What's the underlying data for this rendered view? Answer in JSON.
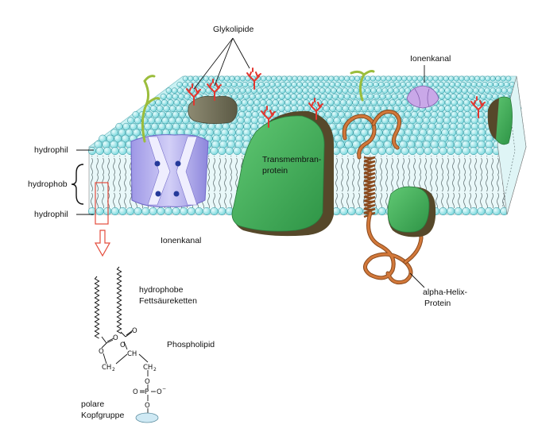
{
  "labels": {
    "glykolipide": "Glykolipide",
    "ionenkanal_top": "Ionenkanal",
    "hydrophil_top": "hydrophil",
    "hydrophob": "hydrophob",
    "hydrophil_bottom": "hydrophil",
    "transmembran_1": "Transmembran-",
    "transmembran_2": "protein",
    "ionenkanal_bottom": "Ionenkanal",
    "alpha_helix_1": "alpha-Helix-",
    "alpha_helix_2": "Protein",
    "hydrophobe_1": "hydrophobe",
    "hydrophobe_2": "Fettsäureketten",
    "phospholipid": "Phospholipid",
    "polare_1": "polare",
    "polare_2": "Kopfgruppe"
  },
  "chemistry": {
    "o": "O",
    "ch": "CH",
    "ch2": "CH",
    "sub2": "2",
    "p": "P",
    "o_minus": "O",
    "minus": "−"
  },
  "colors": {
    "head_fill": "#8fe3e6",
    "head_stroke": "#2c8f99",
    "membrane_side": "#e6f8f9",
    "tail": "#555555",
    "ion_channel": "#b9b4f0",
    "ion_channel_dark": "#8a83d8",
    "transmembrane": "#3fb05a",
    "transmembrane_dark": "#574a2c",
    "helix_protein": "#c8662a",
    "glycan": "#e2362f",
    "stem": "#9fbf3a",
    "arrow": "#e44c3c"
  }
}
